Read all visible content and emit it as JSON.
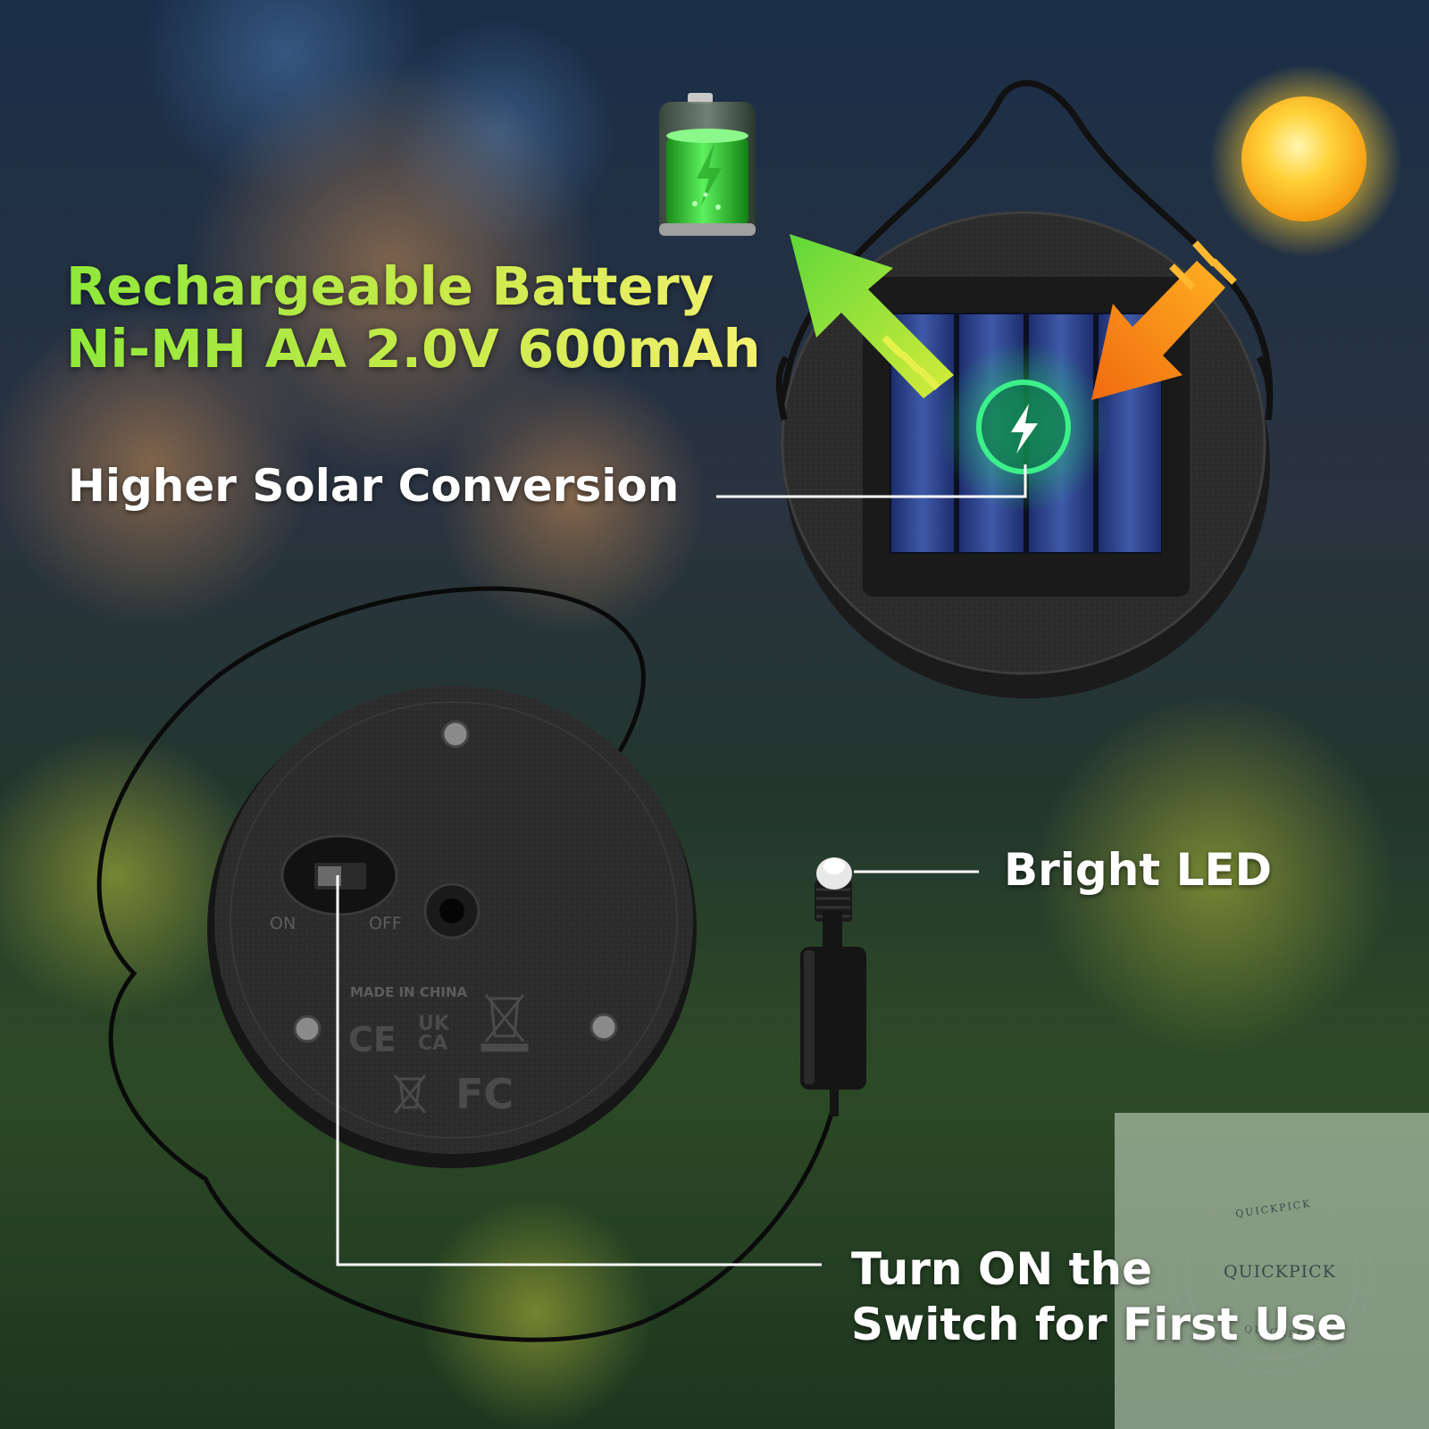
{
  "labels": {
    "battery_line1": "Rechargeable Battery",
    "battery_line2": "Ni-MH AA 2.0V 600mAh",
    "solar": "Higher Solar Conversion",
    "led": "Bright LED",
    "switch_line1": "Turn ON the",
    "switch_line2": "Switch for First Use"
  },
  "device": {
    "switch_on": "ON",
    "switch_off": "OFF",
    "made_in": "MADE IN CHINA",
    "cert_ce": "CE",
    "cert_ukca": "UK CA",
    "cert_fc": "FC"
  },
  "watermark": {
    "brand": "QUICKPICK",
    "ring_top": "QUICKPICK",
    "ring_bottom": "QUICKPICK"
  },
  "colors": {
    "battery_text_start": "#8ee83a",
    "battery_text_end": "#f4f070",
    "callout_text": "#ffffff",
    "arrow_green": "#8ee83a",
    "arrow_orange": "#f57a10",
    "charge_glow": "#22d46a",
    "sun": "#ffc21a"
  },
  "icons": [
    "battery-icon",
    "sun-icon",
    "charging-bolt-icon",
    "arrow-up-left-icon",
    "arrow-down-left-icon"
  ]
}
